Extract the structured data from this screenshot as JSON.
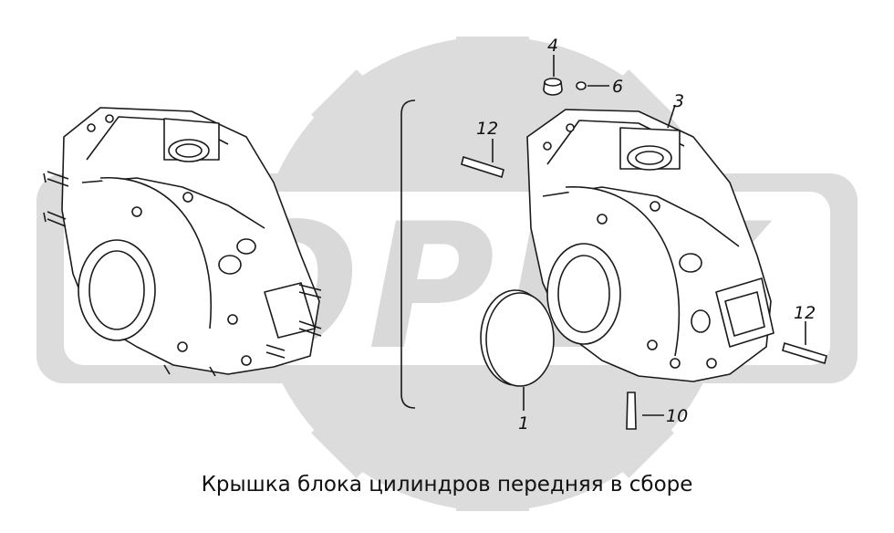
{
  "caption": "Крышка блока цилиндров передняя в сборе",
  "watermark": "OPEX",
  "callouts": {
    "c1": "1",
    "c3": "3",
    "c4": "4",
    "c6": "6",
    "c10": "10",
    "c12_top": "12",
    "c12_right": "12"
  },
  "colors": {
    "line": "#1a1a1a",
    "watermark": "#d9d9d9",
    "background": "#ffffff"
  }
}
